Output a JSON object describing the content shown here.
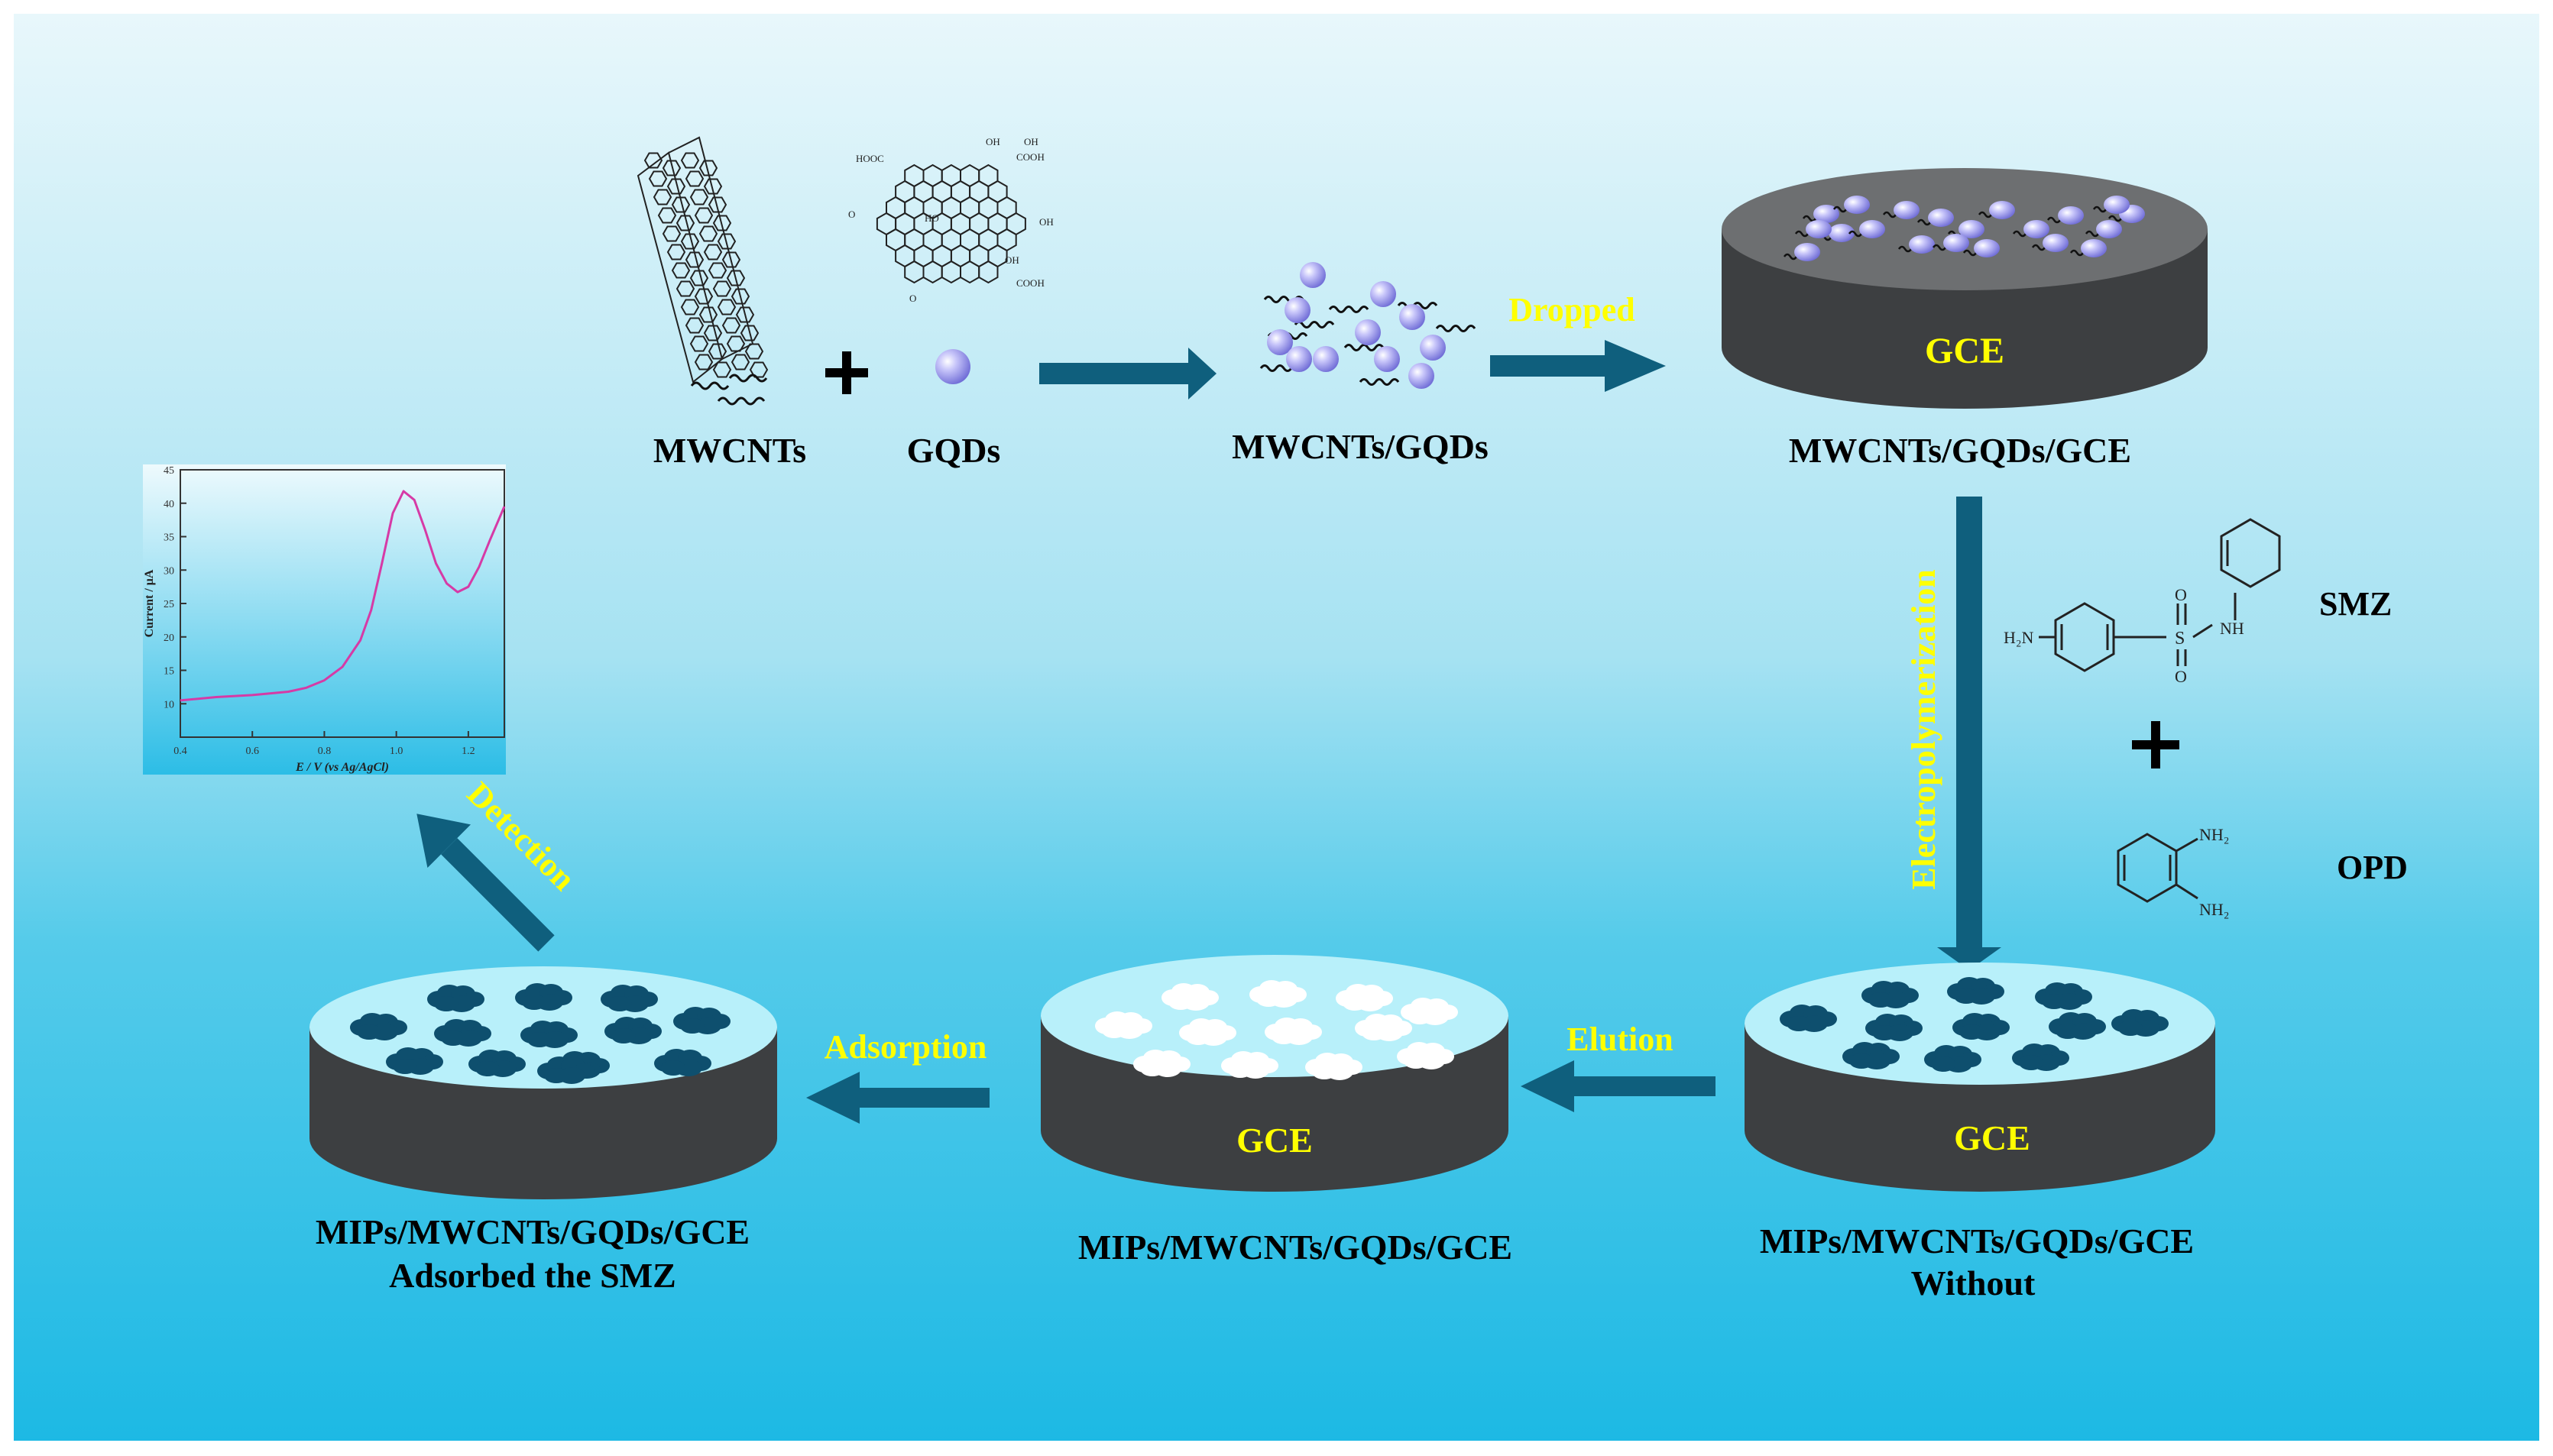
{
  "colors": {
    "bg_top": "#e6f6fb",
    "bg_bottom": "#1fbde6",
    "arrow": "#0f5f7d",
    "electrode_side": "#3d3f41",
    "electrode_gray_top": "#6d6f71",
    "electrode_light_top": "#b8f0fa",
    "label_yellow": "#ffff00",
    "text_dark": "#000000",
    "nanoparticle": "#a8a6ee",
    "template_blob": "#0e4f6e",
    "cavity": "#ffffff",
    "cv_trace": "#d63aa6"
  },
  "top_row": {
    "mwcnts_label": "MWCNTs",
    "gqds_label": "GQDs",
    "composite_label": "MWCNTs/GQDs",
    "dropped_label": "Dropped",
    "modified_electrode_label": "MWCNTs/GQDs/GCE"
  },
  "gqds_structure": {
    "hooc": "HOOC",
    "oh_top": "OH",
    "oh_right": "OH",
    "cooh_top": "COOH",
    "cooh_bottom": "COOH",
    "ho": "HO",
    "o_left": "O",
    "o_bottom": "O",
    "oh_bottom": "OH",
    "oh_mid": "OH"
  },
  "electrodes": {
    "gce_top": "GCE",
    "gce_bottom_right": "GCE",
    "gce_bottom_middle": "GCE"
  },
  "steps": {
    "electropolymerization": "Electropolymerization",
    "elution": "Elution",
    "adsorption": "Adsorption",
    "detection": "Detection"
  },
  "reagents": {
    "smz_label": "SMZ",
    "opd_label": "OPD",
    "smz_h2n": "H₂N",
    "smz_s": "S",
    "smz_nh": "NH",
    "smz_o1": "O",
    "smz_o2": "O",
    "opd_nh2_top": "NH₂",
    "opd_nh2_bottom": "NH₂"
  },
  "bottom_labels": {
    "right_line1": "MIPs/MWCNTs/GQDs/GCE",
    "right_line2": "Without",
    "middle": "MIPs/MWCNTs/GQDs/GCE",
    "left_line1": "MIPs/MWCNTs/GQDs/GCE",
    "left_line2": "Adsorbed the SMZ"
  },
  "chart_data": {
    "type": "line",
    "xlabel": "E / V  (vs Ag/AgCl)",
    "ylabel": "Current / μA",
    "xlim": [
      0.4,
      1.3
    ],
    "ylim": [
      5,
      45
    ],
    "x_ticks": [
      "0.4",
      "0.6",
      "0.8",
      "1.0",
      "1.2"
    ],
    "y_ticks": [
      "10",
      "15",
      "20",
      "25",
      "30",
      "35",
      "40",
      "45"
    ],
    "grid": false,
    "series": [
      {
        "x": [
          0.4,
          0.5,
          0.6,
          0.7,
          0.75,
          0.8,
          0.85,
          0.9,
          0.93,
          0.96,
          0.99,
          1.02,
          1.05,
          1.08,
          1.11,
          1.14,
          1.17,
          1.2,
          1.23,
          1.26,
          1.3
        ],
        "y": [
          10.5,
          11.0,
          11.3,
          11.8,
          12.4,
          13.5,
          15.5,
          19.5,
          24.0,
          31.0,
          38.5,
          41.8,
          40.5,
          36.0,
          31.0,
          28.0,
          26.7,
          27.5,
          30.5,
          34.5,
          39.5
        ]
      }
    ]
  }
}
